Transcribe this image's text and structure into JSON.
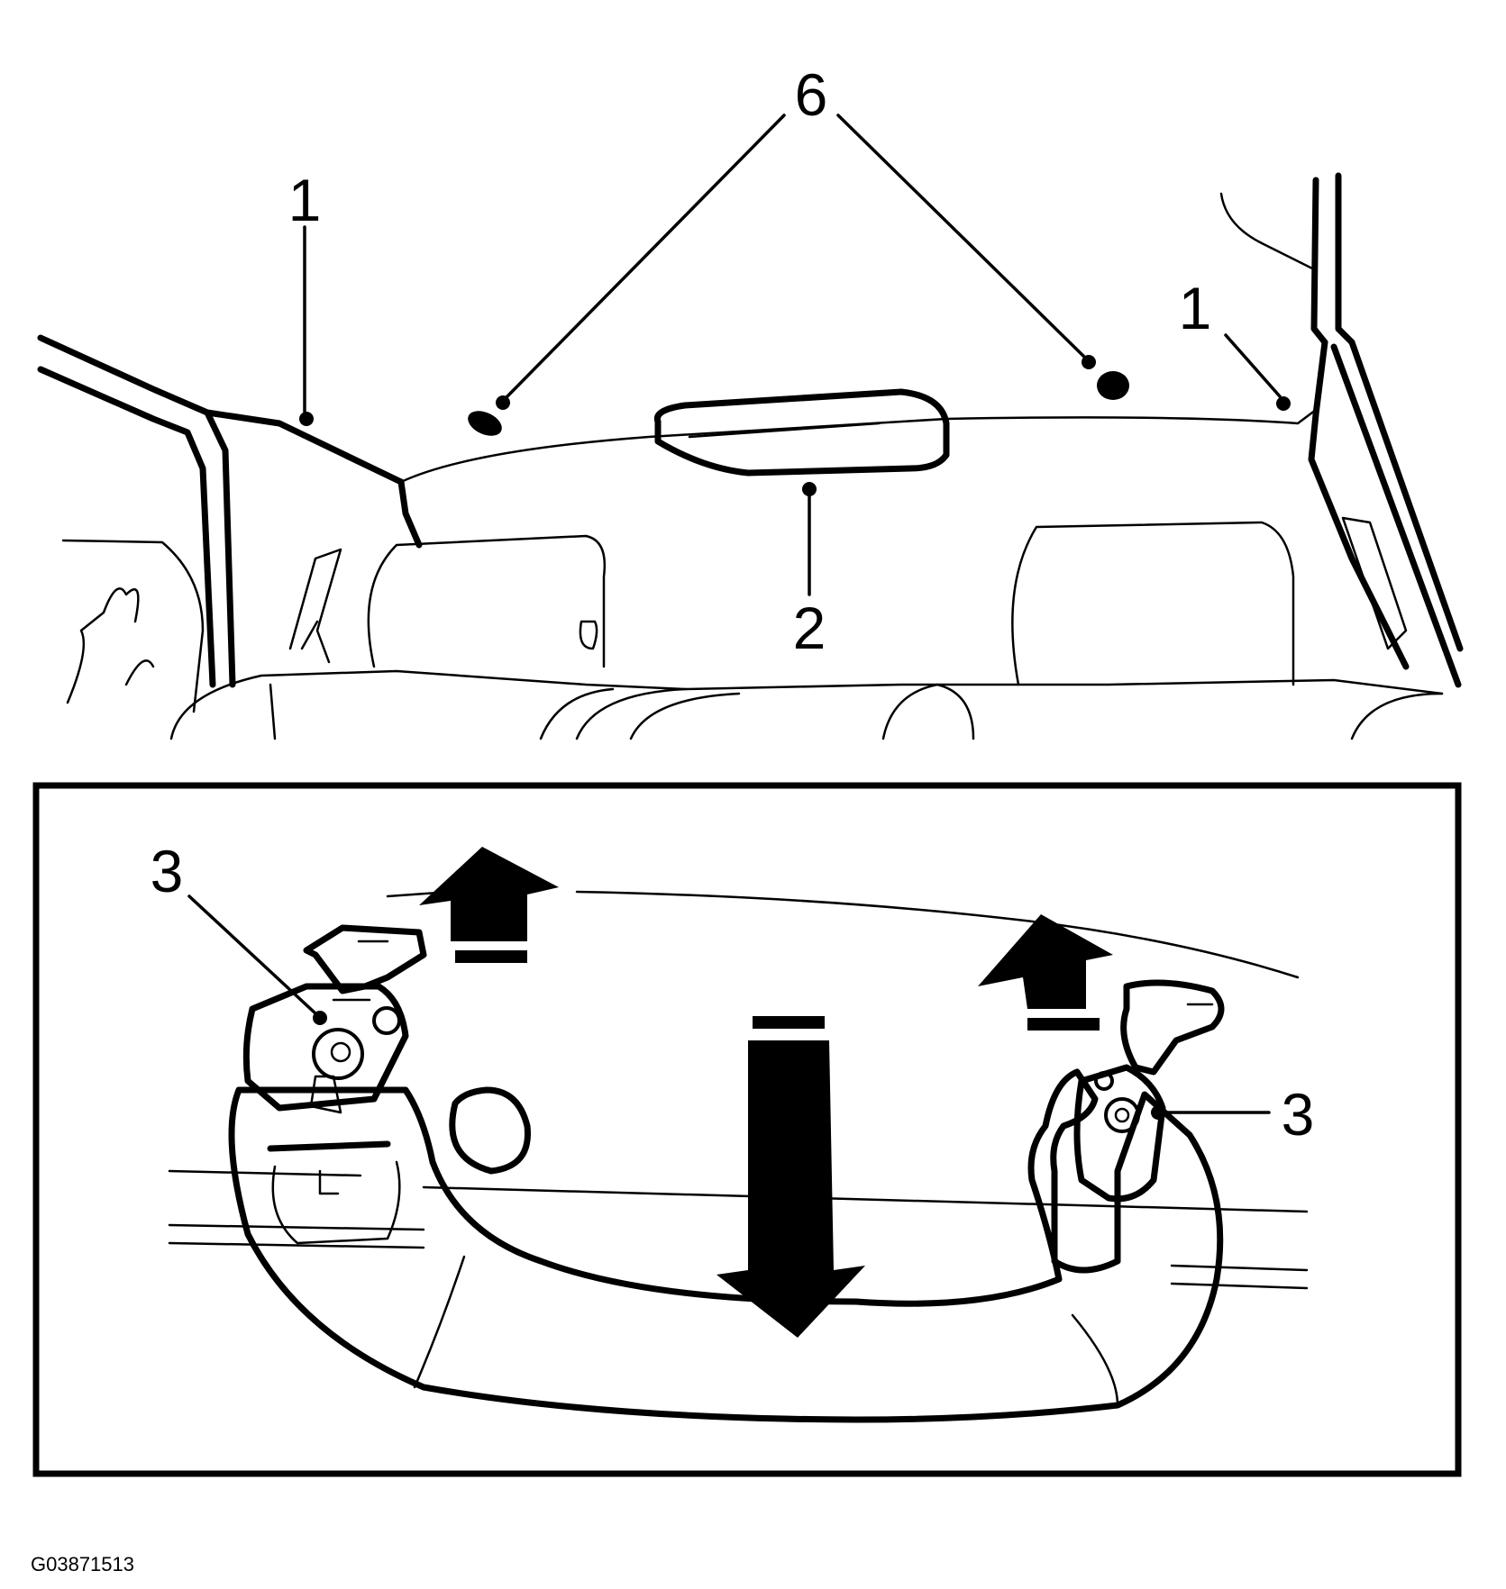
{
  "figure_id": "G03871513",
  "callouts": {
    "pillar_left": "1",
    "pillar_right": "1",
    "headliner": "2",
    "clip_left": "3",
    "clip_right": "3",
    "fasteners": "6"
  },
  "colors": {
    "line": "#000000",
    "background": "#ffffff"
  }
}
